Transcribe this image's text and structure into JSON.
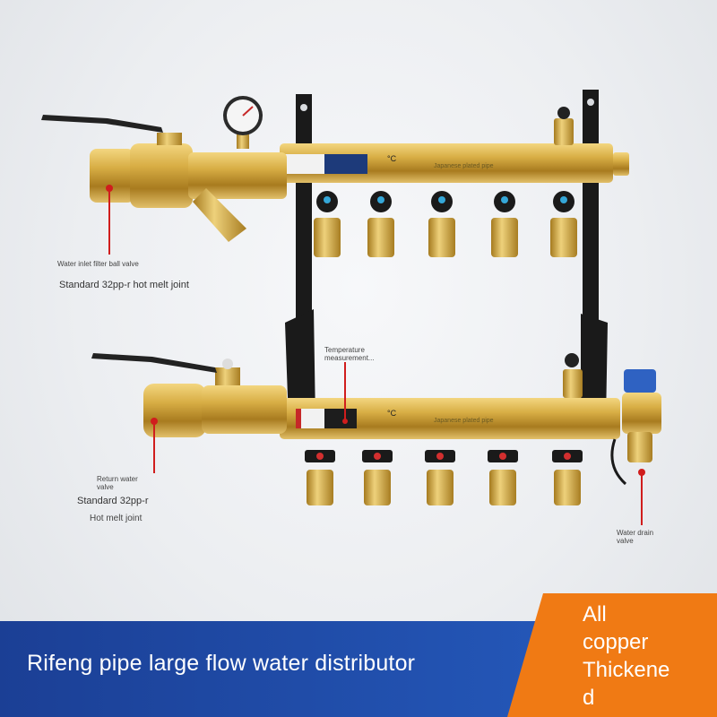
{
  "labels": {
    "inlet_valve": "Water inlet filter ball valve",
    "inlet_standard": "Standard 32pp-r hot melt joint",
    "temperature": "Temperature measurement...",
    "return_valve": "Return water valve",
    "return_standard": "Standard 32pp-r",
    "return_joint": "Hot melt joint",
    "drain_valve": "Water drain valve",
    "plate_top": "Japanese plated pipe",
    "plate_bottom": "Japanese plated pipe",
    "unit_top": "°C",
    "unit_bottom": "°C"
  },
  "banner": {
    "title": "Rifeng pipe large flow water distributor",
    "promo_line1": "All",
    "promo_line2": "copper",
    "promo_line3": "Thickene",
    "promo_line4": "d"
  },
  "colors": {
    "brass": "#c9a13a",
    "banner_blue": "#1d4aa3",
    "promo_orange": "#f07a14",
    "pointer_red": "#d01d1d",
    "bracket_black": "#1a1a1a"
  }
}
